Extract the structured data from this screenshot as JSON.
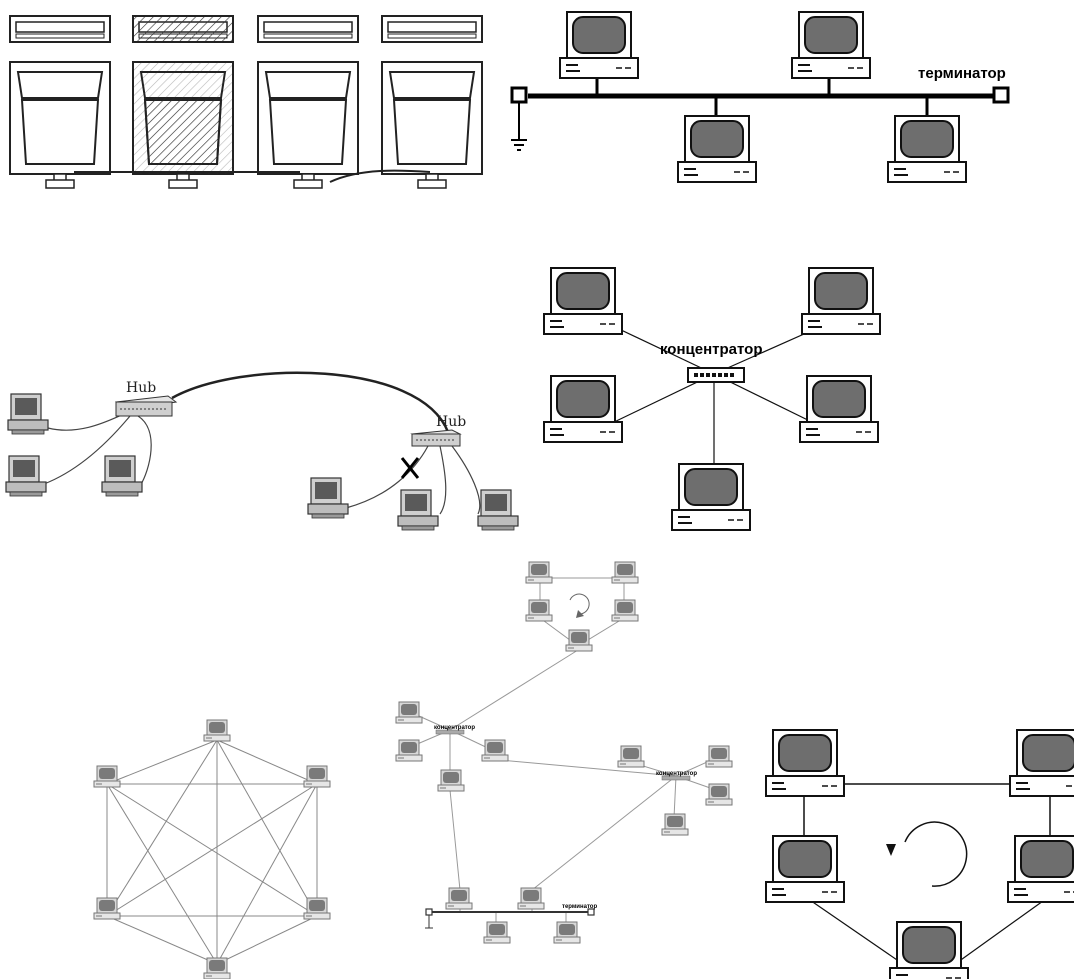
{
  "panels": {
    "bus": {
      "terminator_label": "терминатор"
    },
    "star": {
      "concentrator_label": "концентратор"
    },
    "hub_network": {
      "hub_label_left": "Hub",
      "hub_label_right": "Hub"
    },
    "hybrid": {
      "concentrator_label_left": "концентратор",
      "concentrator_label_right": "концентратор",
      "terminator_label": "терминатор"
    }
  }
}
